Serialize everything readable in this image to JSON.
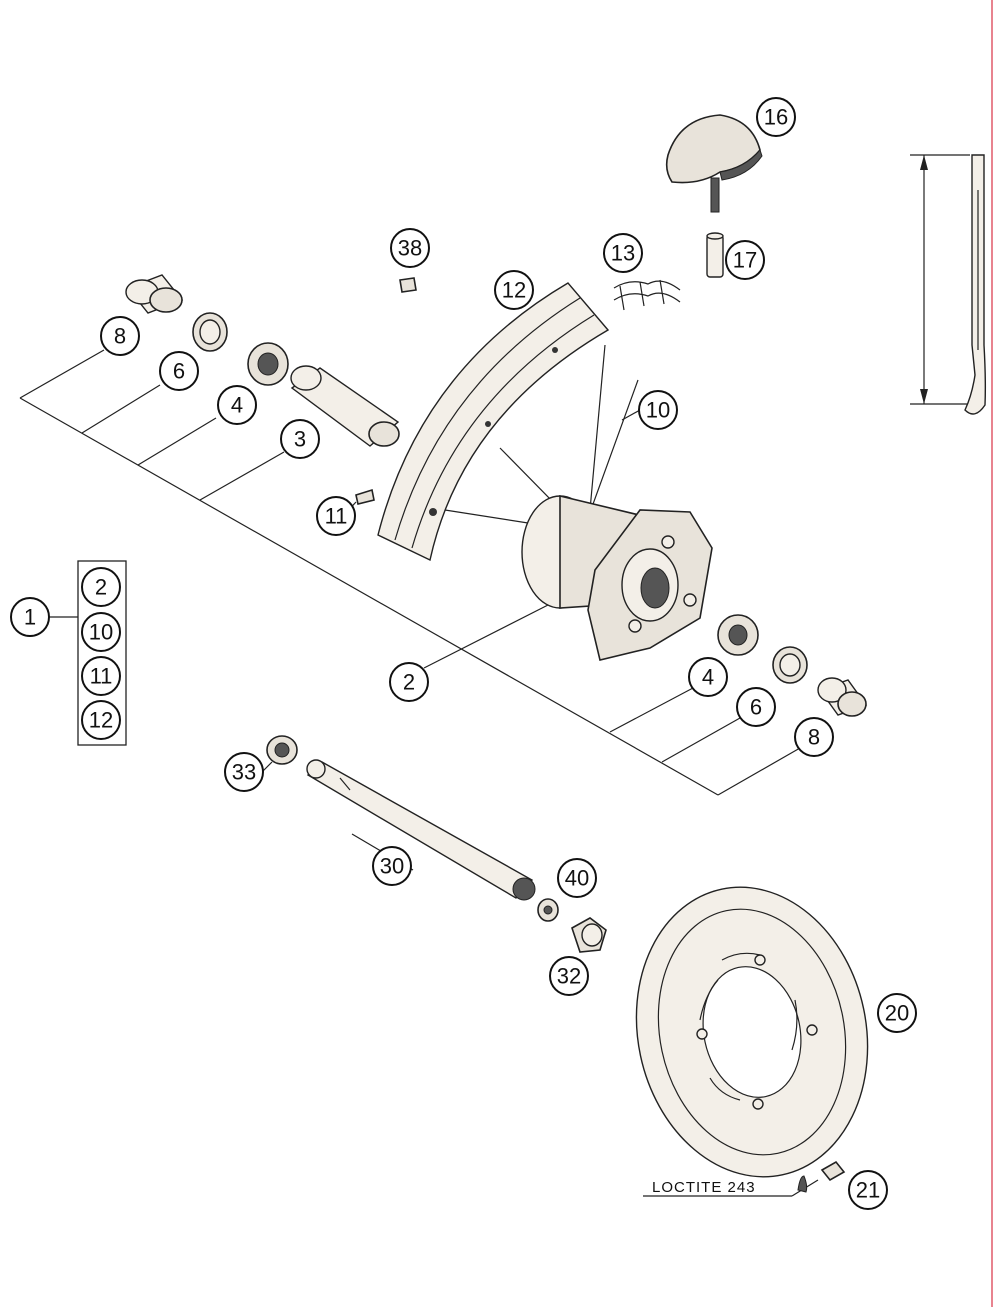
{
  "callouts": {
    "c16": "16",
    "c17": "17",
    "c13": "13",
    "c38": "38",
    "c12": "12",
    "c8a": "8",
    "c6a": "6",
    "c4a": "4",
    "c3": "3",
    "c10": "10",
    "c11": "11",
    "c1": "1",
    "kit2": "2",
    "kit10": "10",
    "kit11": "11",
    "kit12": "12",
    "c2": "2",
    "c4b": "4",
    "c6b": "6",
    "c8b": "8",
    "c33": "33",
    "c30": "30",
    "c40": "40",
    "c32": "32",
    "c20": "20",
    "c21": "21"
  },
  "notes": {
    "loctite": "LOCTITE 243"
  },
  "colors": {
    "margin_line": "#e05a6a",
    "ink": "#222222",
    "part_fill": "#e8e3da"
  }
}
